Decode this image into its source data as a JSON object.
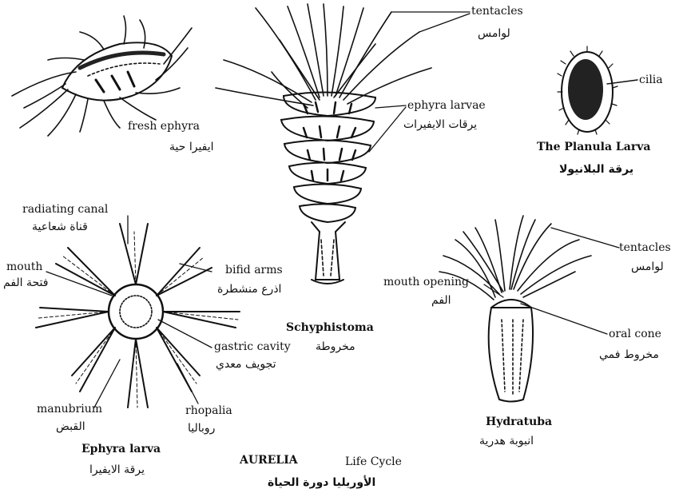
{
  "title": {
    "en_name": "AURELIA",
    "en_suffix": "Life Cycle",
    "ar": "الأوريليا دورة الحياة"
  },
  "stages": {
    "fresh_ephyra": {
      "en": "fresh ephyra",
      "ar": "ايفيرا حية"
    },
    "schyphistoma": {
      "en": "Schyphistoma",
      "ar": "مخروطة"
    },
    "planula": {
      "en": "The Planula Larva",
      "ar": "يرقة البلانيولا"
    },
    "hydratuba": {
      "en": "Hydratuba",
      "ar": "انبوبة هدرية"
    },
    "ephyra_larva": {
      "en": "Ephyra larva",
      "ar": "يرقة الايفيرا"
    }
  },
  "labels": {
    "tentacles_top": {
      "en": "tentacles",
      "ar": "لوامس"
    },
    "ephyra_larvae": {
      "en": "ephyra larvae",
      "ar": "يرقات الايفيرات"
    },
    "cilia": {
      "en": "cilia"
    },
    "radiating_canal": {
      "en": "radiating canal",
      "ar": "قناة شعاعية"
    },
    "mouth": {
      "en": "mouth",
      "ar": "فتحة الفم"
    },
    "bifid_arms": {
      "en": "bifid arms",
      "ar": "اذرع منشطرة"
    },
    "gastric_cavity": {
      "en": "gastric cavity",
      "ar": "تجويف معدي"
    },
    "manubrium": {
      "en": "manubrium",
      "ar": "القبض"
    },
    "rhopalia": {
      "en": "rhopalia",
      "ar": "روباليا"
    },
    "tentacles_right": {
      "en": "tentacles",
      "ar": "لوامس"
    },
    "mouth_opening": {
      "en": "mouth opening",
      "ar": "الفم"
    },
    "oral_cone": {
      "en": "oral cone",
      "ar": "مخروط فمي"
    }
  },
  "colors": {
    "ink": "#111111",
    "paper": "#ffffff"
  }
}
